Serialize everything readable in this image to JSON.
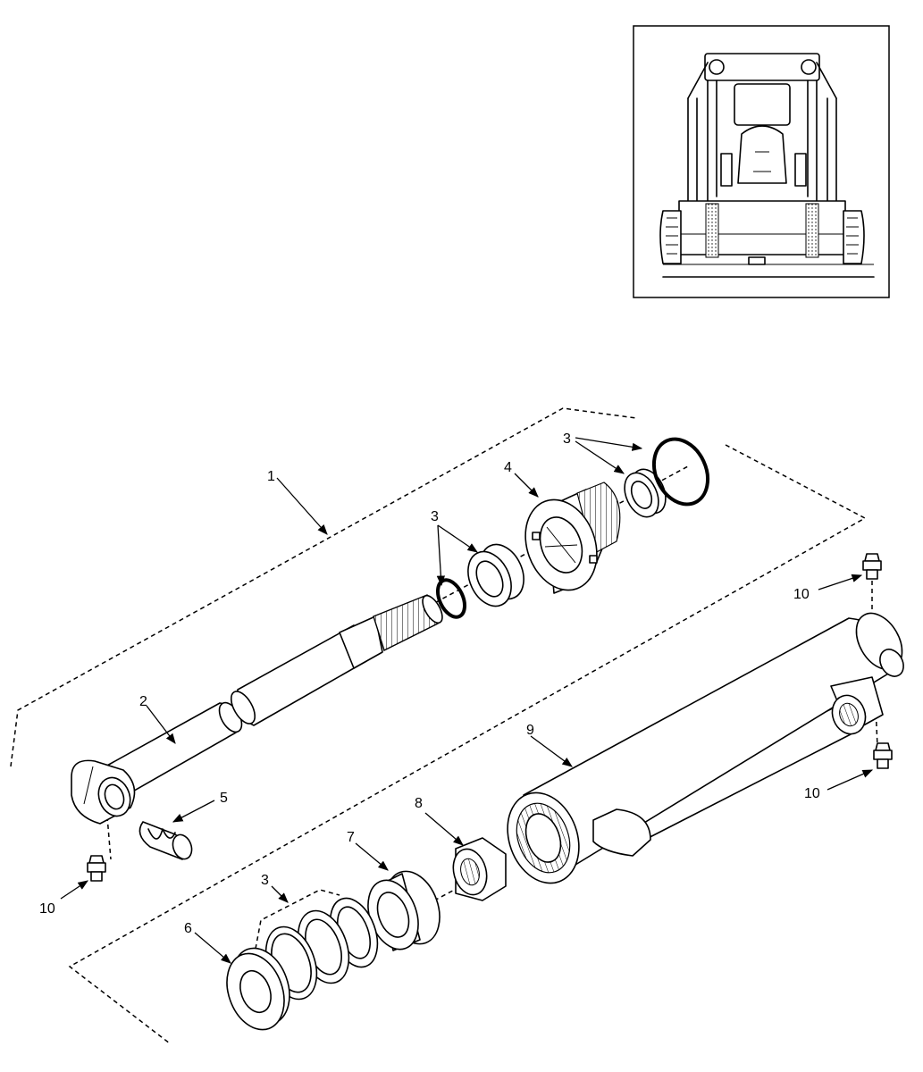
{
  "callouts": {
    "c1": "1",
    "c2": "2",
    "c3_top": "3",
    "c3_mid": "3",
    "c3_bottom": "3",
    "c4": "4",
    "c5": "5",
    "c6": "6",
    "c7": "7",
    "c8": "8",
    "c9": "9",
    "c10_top_right": "10",
    "c10_right": "10",
    "c10_left": "10"
  },
  "inset": {
    "icon": "skid-steer-loader-rear-view-icon"
  },
  "colors": {
    "ink": "#000000",
    "paper": "#ffffff"
  }
}
